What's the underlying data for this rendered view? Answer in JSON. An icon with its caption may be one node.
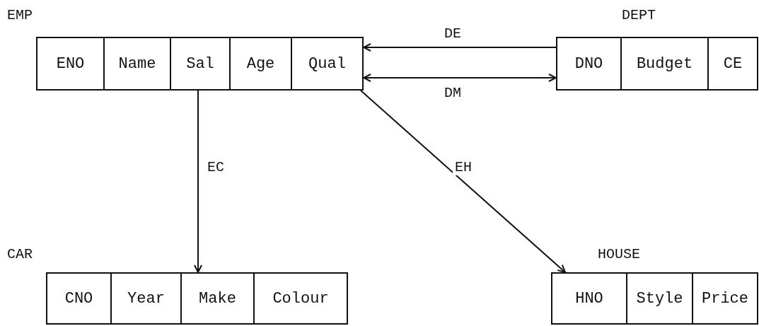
{
  "diagram": {
    "nodes": [
      {
        "text": [
          "EMP"
        ]
      },
      {
        "text": [
          "ENO"
        ],
        "in": 0
      },
      {
        "text": [
          "Name"
        ],
        "in": 0
      },
      {
        "text": [
          "Sal"
        ],
        "in": 0
      },
      {
        "text": [
          "Age"
        ],
        "in": 0
      },
      {
        "text": [
          "Qual"
        ],
        "in": 0
      },
      {
        "text": [
          "DEPT"
        ]
      },
      {
        "text": [
          "DNO"
        ],
        "in": 6
      },
      {
        "text": [
          "Budget"
        ],
        "in": 6
      },
      {
        "text": [
          "CE"
        ],
        "in": 6
      },
      {
        "text": [
          "CAR"
        ]
      },
      {
        "text": [
          "CNO"
        ],
        "in": 10
      },
      {
        "text": [
          "Year"
        ],
        "in": 10
      },
      {
        "text": [
          "Make"
        ],
        "in": 10
      },
      {
        "text": [
          "Colour"
        ],
        "in": 10
      },
      {
        "text": [
          "HOUSE"
        ]
      },
      {
        "text": [
          "HNO"
        ],
        "in": 15
      },
      {
        "text": [
          "Style"
        ],
        "in": 15
      },
      {
        "text": [
          "Price"
        ],
        "in": 15
      }
    ],
    "edges": [
      {
        "from": 6,
        "to": 0,
        "arrow": "to",
        "label": "DE"
      },
      {
        "from": 0,
        "to": 6,
        "arrow": "both",
        "label": "DM"
      },
      {
        "from": 0,
        "to": 10,
        "arrow": "to",
        "label": "EC"
      },
      {
        "from": 0,
        "to": 15,
        "arrow": "to",
        "label": "EH"
      }
    ]
  }
}
